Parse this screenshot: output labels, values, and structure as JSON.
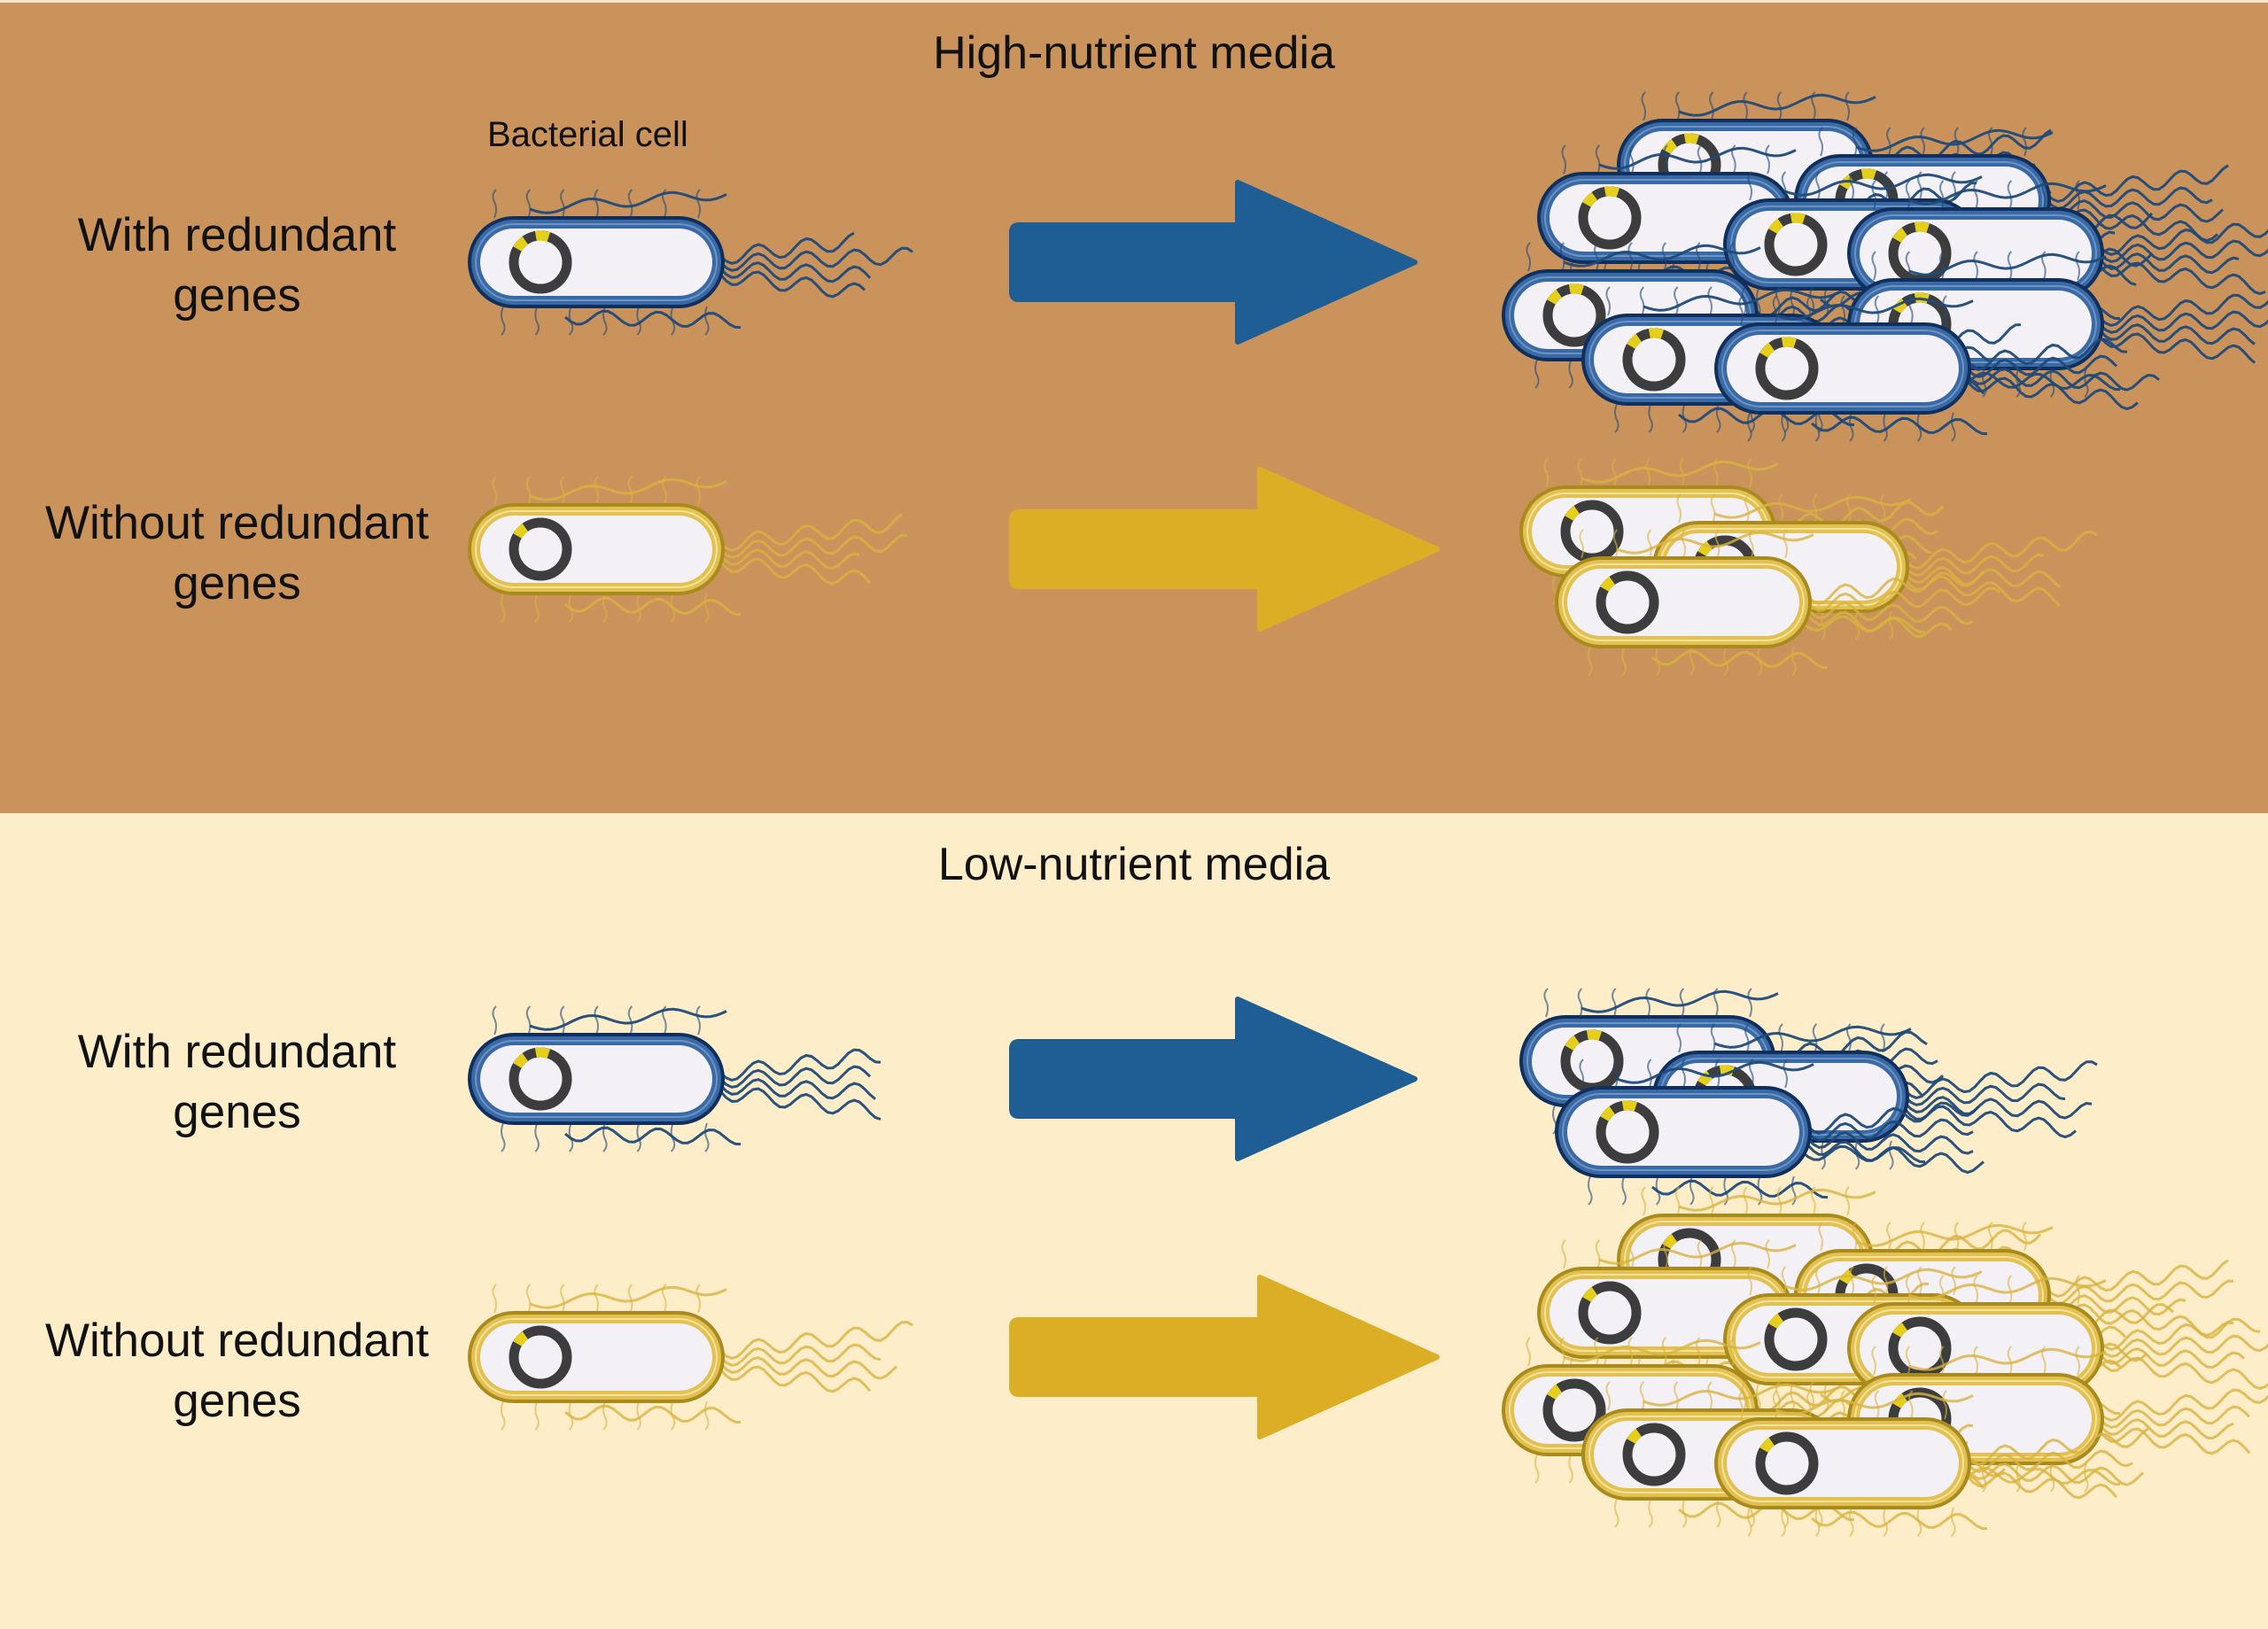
{
  "colors": {
    "high_bg": "#ca935b",
    "low_bg": "#fdedc8",
    "redundant": {
      "outer": "#102f5c",
      "wall": "#3a6aa6",
      "wall_light": "#6d93c4",
      "arrow": "#1e5e94",
      "flagella": "#1f4a7a"
    },
    "nonredundant": {
      "outer": "#a98a1c",
      "wall": "#e2c152",
      "wall_light": "#f6e39a",
      "arrow": "#dcae25",
      "flagella": "#d9b340"
    },
    "cytoplasm": "#f3f0f6",
    "plasmid": "#3d3d3d",
    "gene_marker": "#e5cf1a"
  },
  "caption": "Bacterial cell",
  "panels": [
    {
      "id": "high",
      "title": "High-nutrient media",
      "rows": [
        {
          "label_line1": "With redundant",
          "label_line2": "genes",
          "strain": "redundant",
          "gene_markers": 2,
          "offspring_count": 9,
          "outcome": "high growth"
        },
        {
          "label_line1": "Without redundant",
          "label_line2": "genes",
          "strain": "nonredundant",
          "gene_markers": 1,
          "offspring_count": 3,
          "outcome": "low growth"
        }
      ]
    },
    {
      "id": "low",
      "title": "Low-nutrient media",
      "rows": [
        {
          "label_line1": "With redundant",
          "label_line2": "genes",
          "strain": "redundant",
          "gene_markers": 2,
          "offspring_count": 3,
          "outcome": "low growth"
        },
        {
          "label_line1": "Without redundant",
          "label_line2": "genes",
          "strain": "nonredundant",
          "gene_markers": 1,
          "offspring_count": 9,
          "outcome": "high growth"
        }
      ]
    }
  ]
}
